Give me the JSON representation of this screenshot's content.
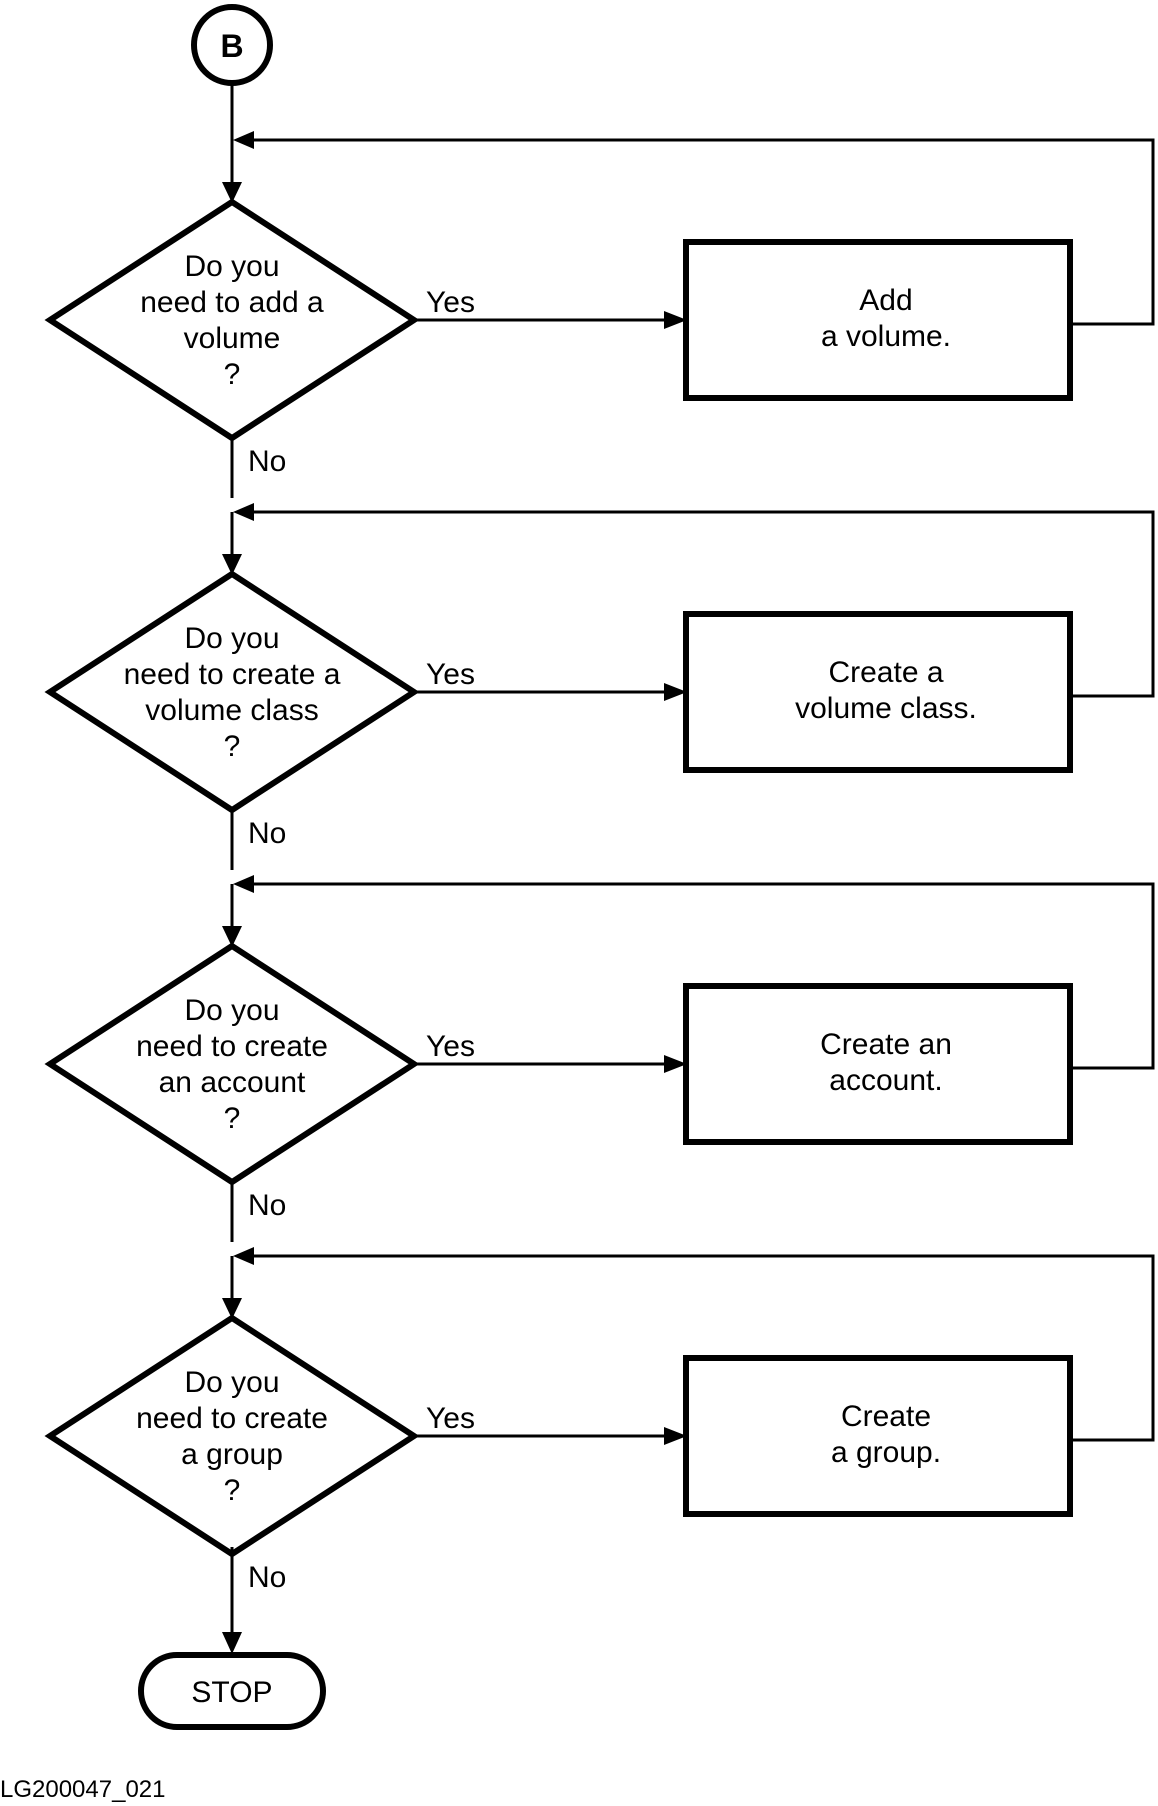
{
  "start": {
    "label": "B"
  },
  "steps": [
    {
      "question": [
        "Do you",
        "need to add a",
        "volume",
        "?"
      ],
      "yes_label": "Yes",
      "no_label": "No",
      "action": [
        "Add",
        "a volume."
      ]
    },
    {
      "question": [
        "Do you",
        "need to create a",
        "volume class",
        "?"
      ],
      "yes_label": "Yes",
      "no_label": "No",
      "action": [
        "Create a",
        "volume class."
      ]
    },
    {
      "question": [
        "Do you",
        "need to create",
        "an account",
        "?"
      ],
      "yes_label": "Yes",
      "no_label": "No",
      "action": [
        "Create an",
        "account."
      ]
    },
    {
      "question": [
        "Do you",
        "need to create",
        "a group",
        "?"
      ],
      "yes_label": "Yes",
      "no_label": "No",
      "action": [
        "Create",
        "a group."
      ]
    }
  ],
  "stop": {
    "label": "STOP"
  },
  "figure_id": "LG200047_021"
}
